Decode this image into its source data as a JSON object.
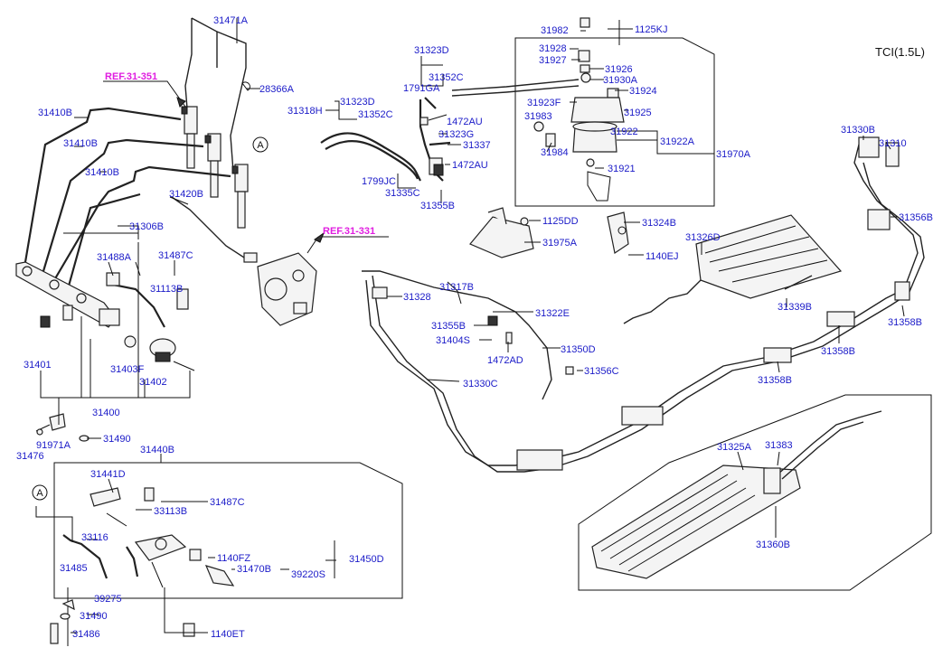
{
  "model_label": "TCI(1.5L)",
  "references": [
    "REF.31-351",
    "REF.31-331"
  ],
  "circle_marker": "A",
  "labels": [
    "31471A",
    "28366A",
    "31410B",
    "31410B",
    "31410B",
    "31420B",
    "31306B",
    "31488A",
    "31487C",
    "31113B",
    "31401",
    "31403F",
    "31402",
    "31400",
    "91971A",
    "31476",
    "31490",
    "31440B",
    "31441D",
    "31487C",
    "33113B",
    "33116",
    "1140FZ",
    "31450D",
    "31470B",
    "39220S",
    "31485",
    "39275",
    "31490",
    "31486",
    "1140ET",
    "31323D",
    "31352C",
    "1791GA",
    "31323D",
    "31318H",
    "31352C",
    "1472AU",
    "31323G",
    "31337",
    "1472AU",
    "1799JC",
    "31335C",
    "31355B",
    "31982",
    "1125KJ",
    "31928",
    "31927",
    "31926",
    "31930A",
    "31924",
    "31923F",
    "31925",
    "31983",
    "31922",
    "31922A",
    "31984",
    "31921",
    "31970A",
    "1125DD",
    "31975A",
    "31324B",
    "1140EJ",
    "31326D",
    "31339B",
    "31328",
    "31317B",
    "31322E",
    "31355B",
    "31404S",
    "1472AD",
    "31350D",
    "31356C",
    "31330C",
    "31330B",
    "31310",
    "31356B",
    "31358B",
    "31358B",
    "31358B",
    "31325A",
    "31383",
    "31360B"
  ]
}
